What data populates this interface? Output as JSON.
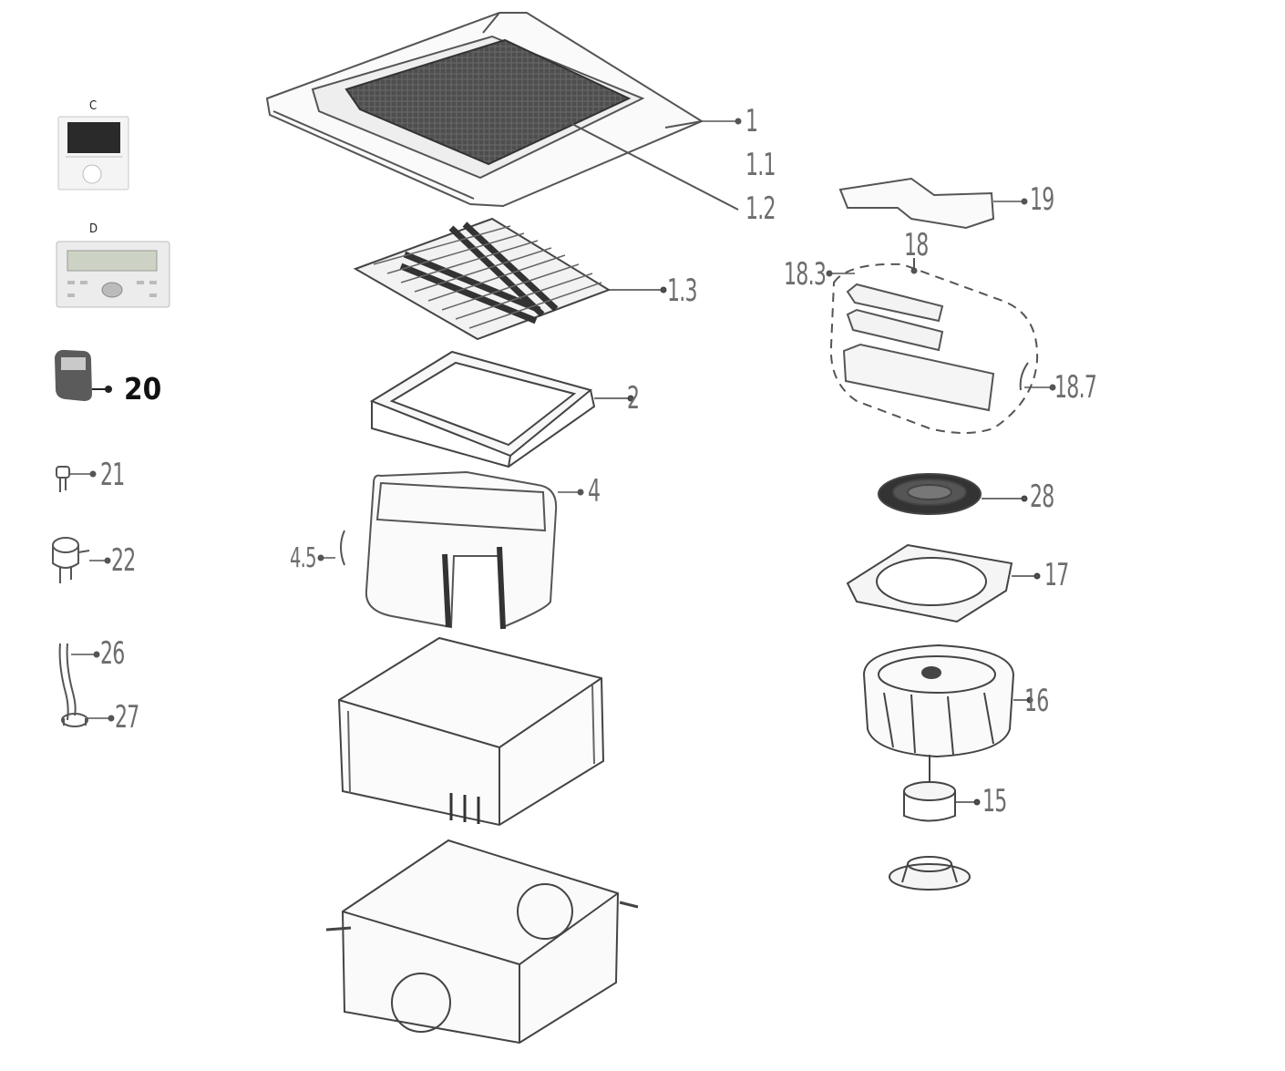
{
  "accessories": {
    "controller_c_label": "C",
    "controller_d_label": "D"
  },
  "part_labels": {
    "p1": "1",
    "p1_1": "1.1",
    "p1_2": "1.2",
    "p1_3": "1.3",
    "p2": "2",
    "p4": "4",
    "p4_5": "4.5",
    "p15": "15",
    "p16": "16",
    "p17": "17",
    "p18": "18",
    "p18_3": "18.3",
    "p18_7": "18.7",
    "p19": "19",
    "p20": "20",
    "p21": "21",
    "p22": "22",
    "p26": "26",
    "p27": "27",
    "p28": "28"
  },
  "colors": {
    "line": "#555555",
    "label": "#6d6d6d",
    "grille_fill": "#5a5a5a"
  }
}
